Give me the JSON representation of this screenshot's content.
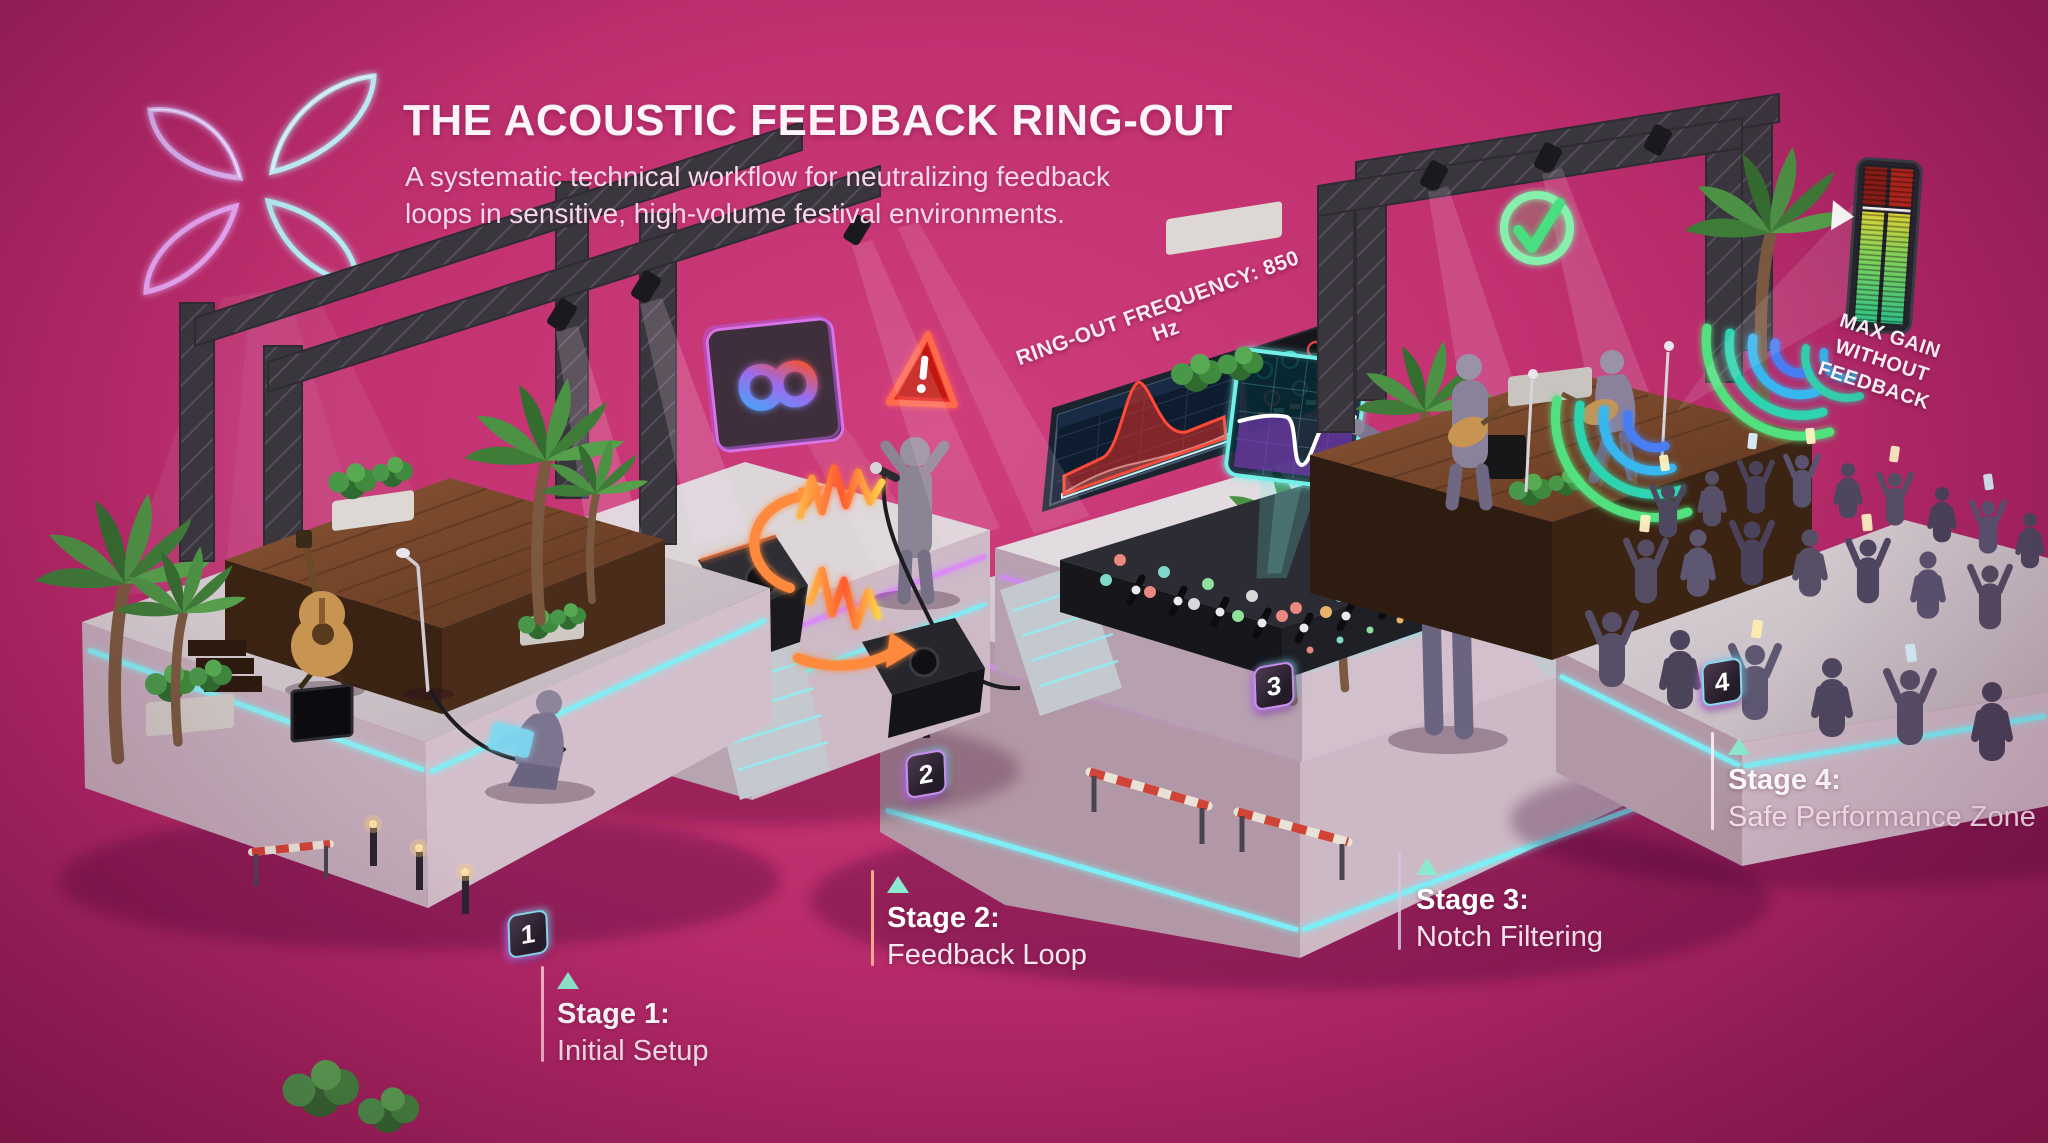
{
  "header": {
    "title": "THE ACOUSTIC FEEDBACK RING-OUT",
    "subtitle_line1": "A systematic technical workflow for neutralizing feedback",
    "subtitle_line2": "loops in sensitive, high-volume festival environments."
  },
  "stages": [
    {
      "number": "1",
      "label": "Stage 1:",
      "description": "Initial Setup"
    },
    {
      "number": "2",
      "label": "Stage 2:",
      "description": "Feedback Loop"
    },
    {
      "number": "3",
      "label": "Stage 3:",
      "description": "Notch Filtering"
    },
    {
      "number": "4",
      "label": "Stage 4:",
      "description": "Safe Performance Zone"
    }
  ],
  "annotations": {
    "ring_out_frequency": "RING-OUT FREQUENCY: 850 Hz",
    "max_gain_line1": "MAX GAIN",
    "max_gain_line2": "WITHOUT FEEDBACK"
  },
  "icons": {
    "logo": "neon-flower-logo",
    "infinity": "infinity-loop-icon",
    "warning": "feedback-warning-icon",
    "checkmark": "safe-zone-check-icon",
    "meter": "gain-meter-icon",
    "pointer": "triangle-pointer-icon"
  },
  "colors": {
    "background": "#c23170",
    "neon_cyan": "#7deef5",
    "neon_purple": "#cf8bf5",
    "feedback_red": "#ff4a30",
    "loop_orange": "#ff8a3c",
    "safe_green": "#5ee87f",
    "pointer_mint": "#8beacf"
  }
}
